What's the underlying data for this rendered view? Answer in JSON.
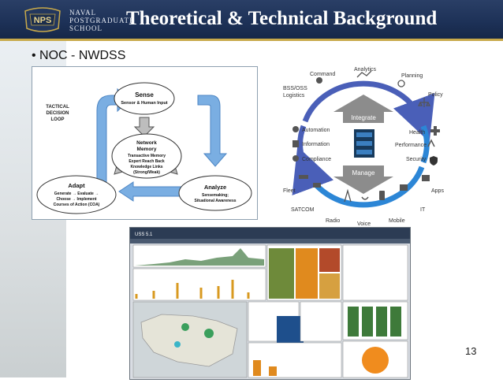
{
  "header": {
    "title": "Theoretical & Technical Background",
    "seal_text": "NPS",
    "school_line1": "NAVAL",
    "school_line2": "POSTGRADUATE",
    "school_line3": "SCHOOL",
    "bg_color": "#1d3157",
    "accent_color": "#c8a94a"
  },
  "bullet": "NOC - NWDSS",
  "loop": {
    "tactical1": "TACTICAL",
    "tactical2": "DECISION",
    "tactical3": "LOOP",
    "sense_title": "Sense",
    "sense_sub": "Sensor & Human Input",
    "memory_title1": "Network",
    "memory_title2": "Memory",
    "memory_line1": "Transactive Memory",
    "memory_line2": "Expert Reach Back",
    "memory_line3": "Knowledge Links",
    "memory_line4": "(Strong/Weak)",
    "adapt_title": "Adapt",
    "adapt_line1": "Generate → Evaluate →",
    "adapt_line2": "Choose → Implement",
    "adapt_line3": "Courses of Action (COA)",
    "analyze_title": "Analyze",
    "analyze_line1": "Sensemaking;",
    "analyze_line2": "Situational Awareness",
    "arrow_color": "#6a9fd6"
  },
  "ring": {
    "labels": {
      "command": "Command",
      "analytics": "Analytics",
      "planning": "Planning",
      "bss": "BSS/OSS",
      "logistics": "Logistics",
      "policy": "Policy",
      "automation": "Automation",
      "health": "Health",
      "information": "Information",
      "performance": "Performance",
      "compliance": "Compliance",
      "security": "Security",
      "fleet": "Fleet",
      "apps": "Apps",
      "satcom": "SATCOM",
      "it": "IT",
      "radio": "Radio",
      "voice": "Voice",
      "mobile": "Mobile"
    },
    "integrate": "Integrate",
    "manage": "Manage",
    "ring_color": "#4a5fb8",
    "ring_accent": "#2c86d6"
  },
  "dashboard": {
    "window_title": "USS 5.1",
    "chrome_color": "#2c3c54"
  },
  "page_number": "13"
}
